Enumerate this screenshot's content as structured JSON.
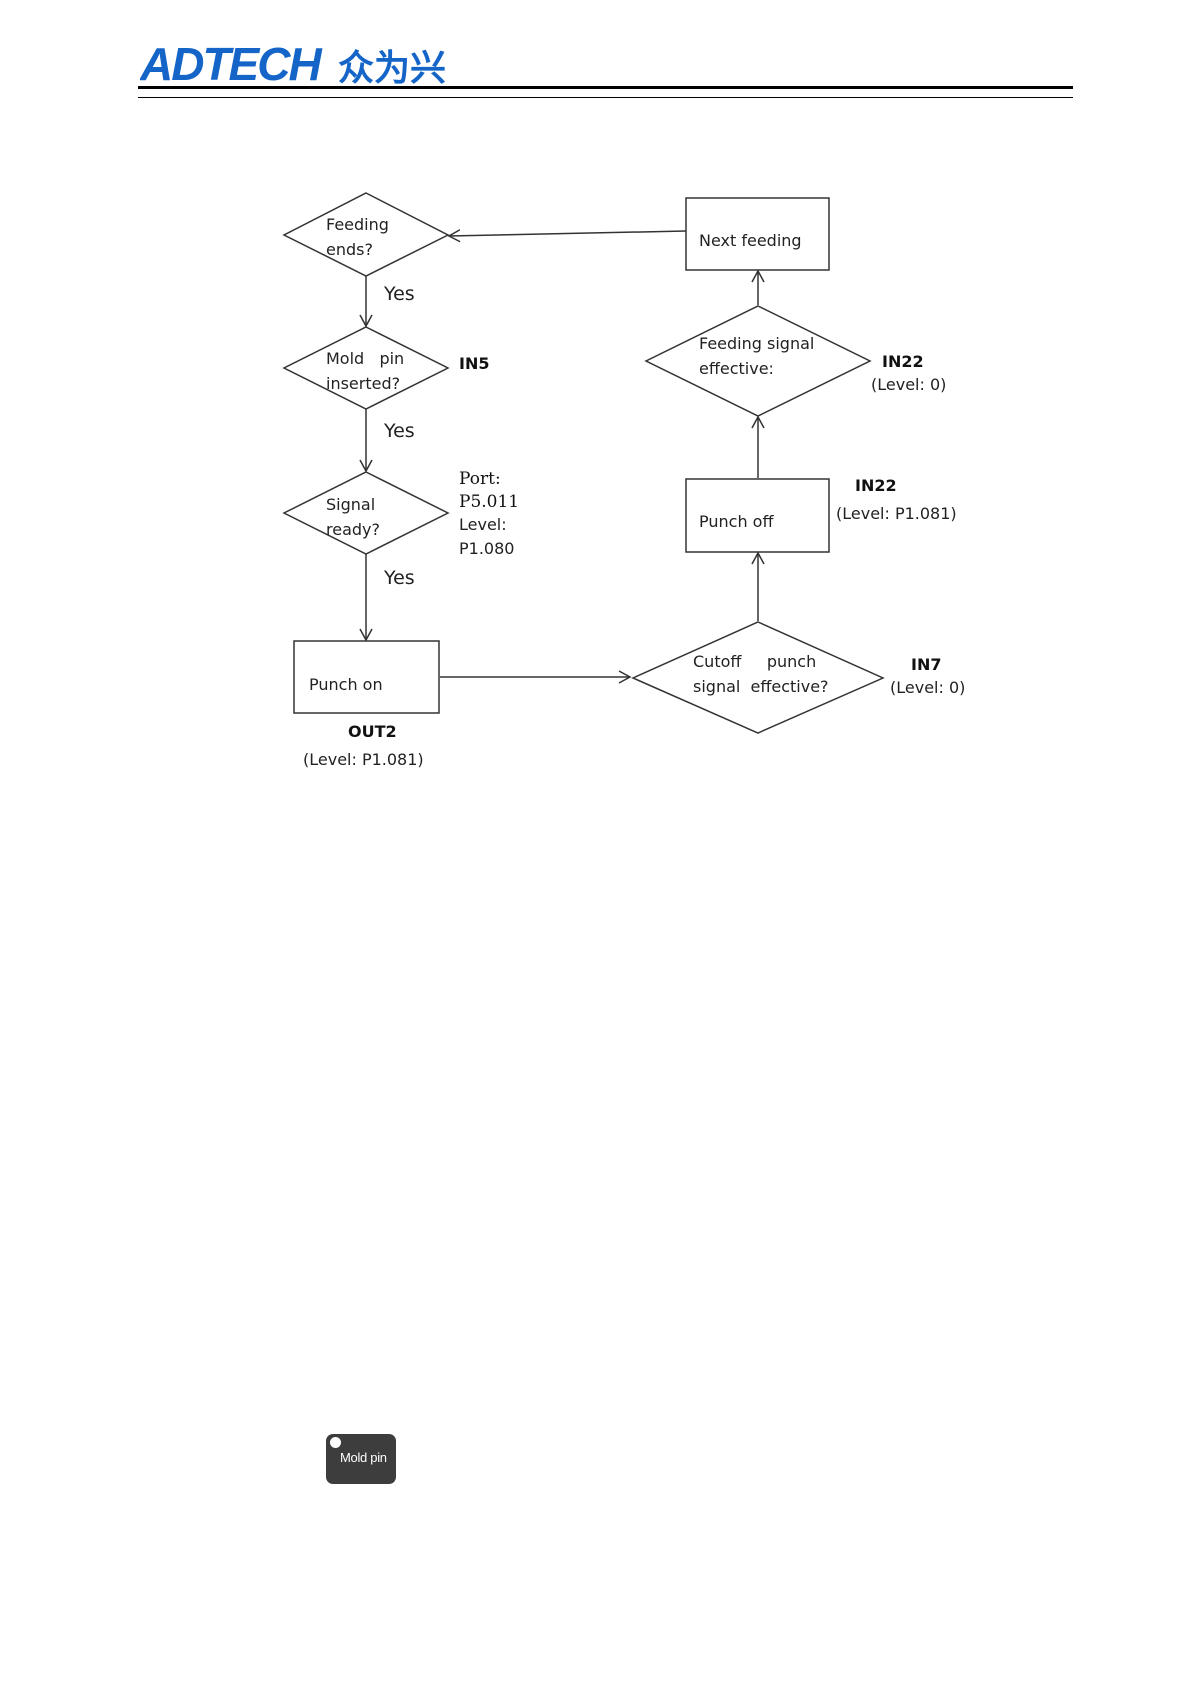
{
  "header": {
    "logo_latin": "ADTECH",
    "logo_cjk": "众为兴",
    "brand_color": "#1565c8"
  },
  "flowchart": {
    "nodes": {
      "feeding_ends": {
        "shape": "decision",
        "lines": [
          "Feeding",
          "ends?"
        ]
      },
      "mold_pin": {
        "shape": "decision",
        "lines": [
          "Mold   pin",
          "inserted?"
        ],
        "tag": "IN5"
      },
      "signal_ready": {
        "shape": "decision",
        "lines": [
          "Signal",
          "ready?"
        ],
        "notes": [
          "Port:",
          "P5.011",
          "Level:",
          "P1.080"
        ]
      },
      "punch_on": {
        "shape": "process",
        "label": "Punch on",
        "tag": "OUT2",
        "level": "(Level: P1.081)"
      },
      "cutoff": {
        "shape": "decision",
        "lines": [
          "Cutoff     punch",
          "signal  effective?"
        ],
        "tag": "IN7",
        "level": "(Level: 0)"
      },
      "punch_off": {
        "shape": "process",
        "label": "Punch off",
        "tag": "IN22",
        "level": "(Level: P1.081)"
      },
      "feeding_signal": {
        "shape": "decision",
        "lines": [
          "Feeding signal",
          "effective:"
        ],
        "tag": "IN22",
        "level": "(Level: 0)"
      },
      "next_feeding": {
        "shape": "process",
        "label": "Next feeding"
      }
    },
    "edges": [
      {
        "from": "feeding_ends",
        "to": "mold_pin",
        "label": "Yes"
      },
      {
        "from": "mold_pin",
        "to": "signal_ready",
        "label": "Yes"
      },
      {
        "from": "signal_ready",
        "to": "punch_on",
        "label": "Yes"
      },
      {
        "from": "punch_on",
        "to": "cutoff",
        "label": ""
      },
      {
        "from": "cutoff",
        "to": "punch_off",
        "label": ""
      },
      {
        "from": "punch_off",
        "to": "feeding_signal",
        "label": ""
      },
      {
        "from": "feeding_signal",
        "to": "next_feeding",
        "label": ""
      },
      {
        "from": "next_feeding",
        "to": "feeding_ends",
        "label": ""
      }
    ]
  },
  "mold_pin_button": {
    "label": "Mold pin",
    "icon": "status-dot-icon"
  }
}
